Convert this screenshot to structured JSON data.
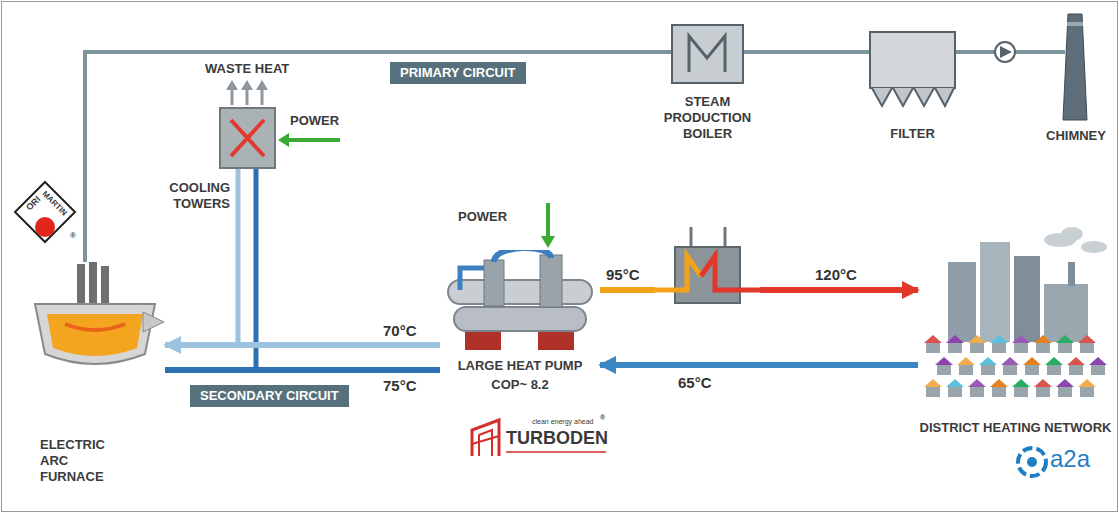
{
  "diagram": {
    "nodes": [
      {
        "text": [
          "PRIMARY CIRCUIT"
        ]
      },
      {
        "text": [
          "STEAM PRODUCTION BOILER"
        ]
      },
      {
        "text": [
          "FILTER"
        ]
      },
      {
        "text": [
          "CHIMNEY"
        ]
      },
      {
        "text": [
          "COOLING TOWERS"
        ]
      },
      {
        "text": [
          "ELECTRIC ARC FURNACE"
        ]
      },
      {
        "text": [
          "SECONDARY CIRCUIT"
        ]
      },
      {
        "text": [
          "LARGE HEAT PUMP",
          "COP~ 8.2"
        ]
      },
      {
        "text": [
          "DISTRICT HEATING NETWORK"
        ]
      }
    ],
    "edges": [
      {
        "from": 5,
        "to": 1,
        "arrow": "none"
      },
      {
        "from": 1,
        "to": 2,
        "arrow": "none"
      },
      {
        "from": 2,
        "to": 3,
        "arrow": "none"
      },
      {
        "from": 7,
        "to": 5,
        "label": "70°C",
        "arrow": "to"
      },
      {
        "from": 5,
        "to": 7,
        "label": "75°C",
        "arrow": "none"
      },
      {
        "from": 7,
        "to": 1,
        "label": "95°C",
        "arrow": "none"
      },
      {
        "from": 1,
        "to": 8,
        "label": "120°C",
        "arrow": "to"
      },
      {
        "from": 8,
        "to": 7,
        "label": "65°C",
        "arrow": "to"
      }
    ],
    "labels": [
      "WASTE HEAT",
      "POWER",
      "POWER",
      "ORI",
      "MARTIN",
      "®",
      "clean energy ahead",
      "TURBODEN",
      "®",
      "a2a"
    ]
  }
}
